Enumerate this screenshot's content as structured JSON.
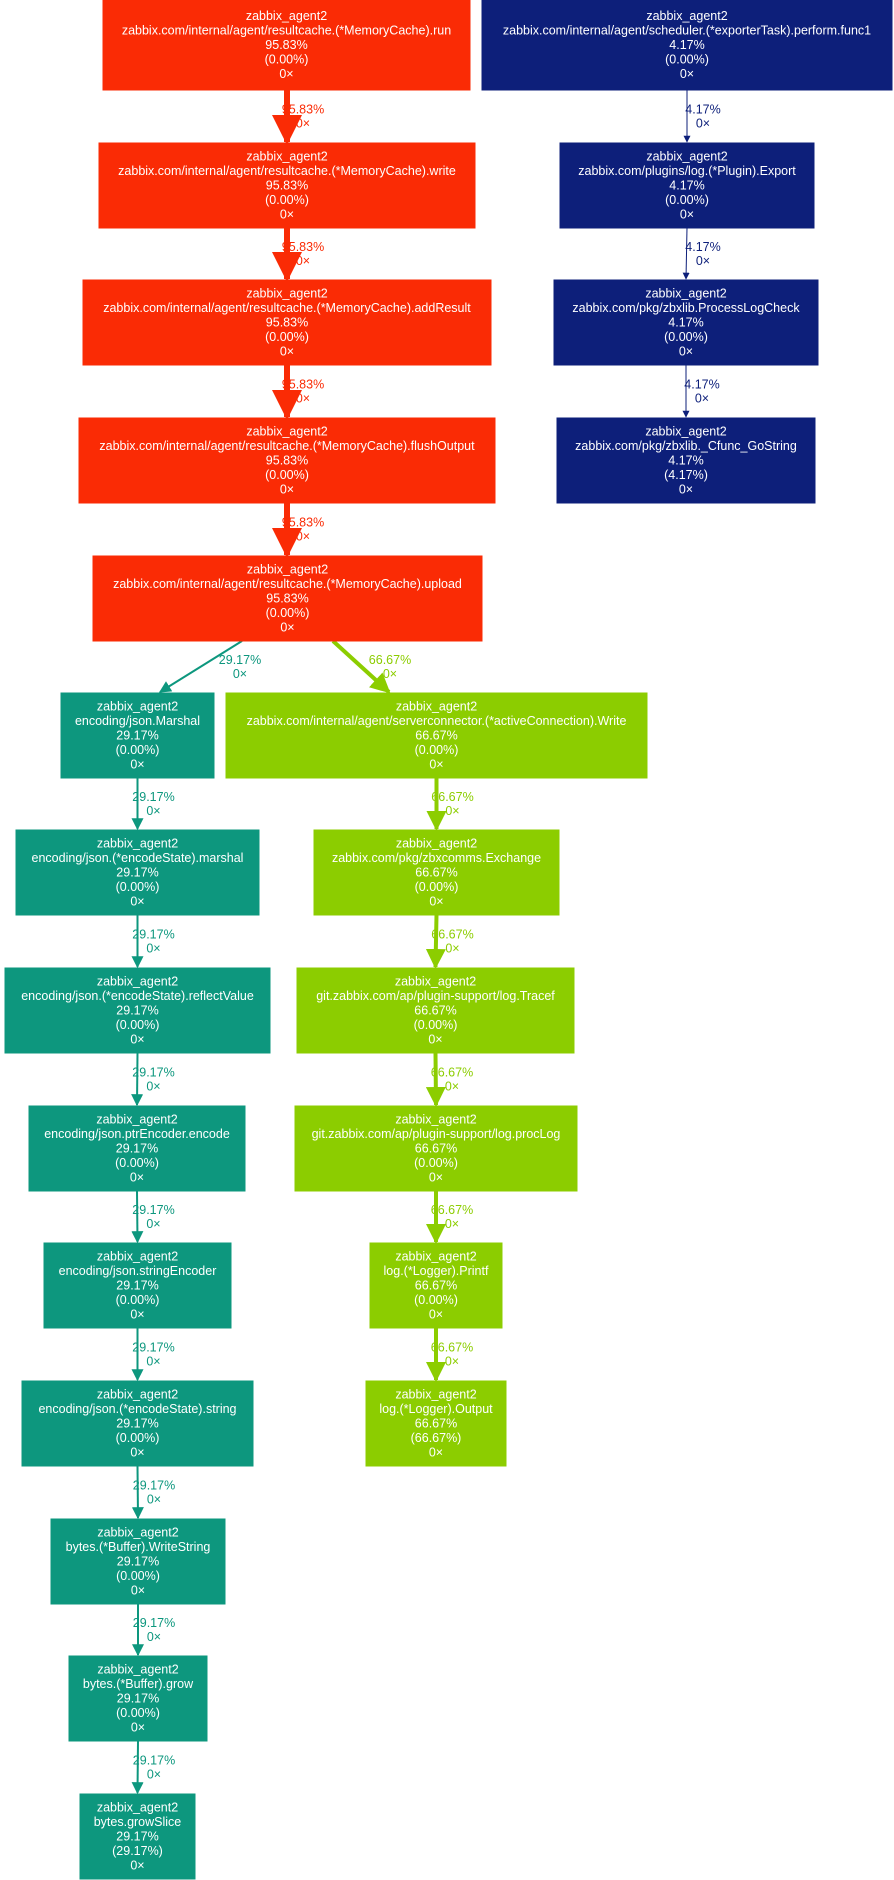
{
  "colors": {
    "red": "#fa2b05",
    "navy": "#0d1f7a",
    "teal": "#0d977e",
    "lime": "#8ccd00",
    "label_text": "#ffffff"
  },
  "nodes": [
    {
      "id": "n1",
      "color": "red",
      "lines": [
        "zabbix_agent2",
        "zabbix.com/internal/agent/resultcache.(*MemoryCache).run",
        "95.83%",
        "(0.00%)",
        "0×"
      ]
    },
    {
      "id": "n2",
      "color": "red",
      "lines": [
        "zabbix_agent2",
        "zabbix.com/internal/agent/resultcache.(*MemoryCache).write",
        "95.83%",
        "(0.00%)",
        "0×"
      ]
    },
    {
      "id": "n3",
      "color": "red",
      "lines": [
        "zabbix_agent2",
        "zabbix.com/internal/agent/resultcache.(*MemoryCache).addResult",
        "95.83%",
        "(0.00%)",
        "0×"
      ]
    },
    {
      "id": "n4",
      "color": "red",
      "lines": [
        "zabbix_agent2",
        "zabbix.com/internal/agent/resultcache.(*MemoryCache).flushOutput",
        "95.83%",
        "(0.00%)",
        "0×"
      ]
    },
    {
      "id": "n5",
      "color": "red",
      "lines": [
        "zabbix_agent2",
        "zabbix.com/internal/agent/resultcache.(*MemoryCache).upload",
        "95.83%",
        "(0.00%)",
        "0×"
      ]
    },
    {
      "id": "n6",
      "color": "teal",
      "lines": [
        "zabbix_agent2",
        "encoding/json.Marshal",
        "29.17%",
        "(0.00%)",
        "0×"
      ]
    },
    {
      "id": "n7",
      "color": "lime",
      "lines": [
        "zabbix_agent2",
        "zabbix.com/internal/agent/serverconnector.(*activeConnection).Write",
        "66.67%",
        "(0.00%)",
        "0×"
      ]
    },
    {
      "id": "n8",
      "color": "teal",
      "lines": [
        "zabbix_agent2",
        "encoding/json.(*encodeState).marshal",
        "29.17%",
        "(0.00%)",
        "0×"
      ]
    },
    {
      "id": "n9",
      "color": "lime",
      "lines": [
        "zabbix_agent2",
        "zabbix.com/pkg/zbxcomms.Exchange",
        "66.67%",
        "(0.00%)",
        "0×"
      ]
    },
    {
      "id": "n10",
      "color": "teal",
      "lines": [
        "zabbix_agent2",
        "encoding/json.(*encodeState).reflectValue",
        "29.17%",
        "(0.00%)",
        "0×"
      ]
    },
    {
      "id": "n11",
      "color": "lime",
      "lines": [
        "zabbix_agent2",
        "git.zabbix.com/ap/plugin-support/log.Tracef",
        "66.67%",
        "(0.00%)",
        "0×"
      ]
    },
    {
      "id": "n12",
      "color": "teal",
      "lines": [
        "zabbix_agent2",
        "encoding/json.ptrEncoder.encode",
        "29.17%",
        "(0.00%)",
        "0×"
      ]
    },
    {
      "id": "n13",
      "color": "lime",
      "lines": [
        "zabbix_agent2",
        "git.zabbix.com/ap/plugin-support/log.procLog",
        "66.67%",
        "(0.00%)",
        "0×"
      ]
    },
    {
      "id": "n14",
      "color": "teal",
      "lines": [
        "zabbix_agent2",
        "encoding/json.stringEncoder",
        "29.17%",
        "(0.00%)",
        "0×"
      ]
    },
    {
      "id": "n15",
      "color": "lime",
      "lines": [
        "zabbix_agent2",
        "log.(*Logger).Printf",
        "66.67%",
        "(0.00%)",
        "0×"
      ]
    },
    {
      "id": "n16",
      "color": "teal",
      "lines": [
        "zabbix_agent2",
        "encoding/json.(*encodeState).string",
        "29.17%",
        "(0.00%)",
        "0×"
      ]
    },
    {
      "id": "n17",
      "color": "lime",
      "lines": [
        "zabbix_agent2",
        "log.(*Logger).Output",
        "66.67%",
        "(66.67%)",
        "0×"
      ]
    },
    {
      "id": "n18",
      "color": "teal",
      "lines": [
        "zabbix_agent2",
        "bytes.(*Buffer).WriteString",
        "29.17%",
        "(0.00%)",
        "0×"
      ]
    },
    {
      "id": "n19",
      "color": "teal",
      "lines": [
        "zabbix_agent2",
        "bytes.(*Buffer).grow",
        "29.17%",
        "(0.00%)",
        "0×"
      ]
    },
    {
      "id": "n20",
      "color": "teal",
      "lines": [
        "zabbix_agent2",
        "bytes.growSlice",
        "29.17%",
        "(29.17%)",
        "0×"
      ]
    },
    {
      "id": "m1",
      "color": "navy",
      "lines": [
        "zabbix_agent2",
        "zabbix.com/internal/agent/scheduler.(*exporterTask).perform.func1",
        "4.17%",
        "(0.00%)",
        "0×"
      ]
    },
    {
      "id": "m2",
      "color": "navy",
      "lines": [
        "zabbix_agent2",
        "zabbix.com/plugins/log.(*Plugin).Export",
        "4.17%",
        "(0.00%)",
        "0×"
      ]
    },
    {
      "id": "m3",
      "color": "navy",
      "lines": [
        "zabbix_agent2",
        "zabbix.com/pkg/zbxlib.ProcessLogCheck",
        "4.17%",
        "(0.00%)",
        "0×"
      ]
    },
    {
      "id": "m4",
      "color": "navy",
      "lines": [
        "zabbix_agent2",
        "zabbix.com/pkg/zbxlib._Cfunc_GoString",
        "4.17%",
        "(4.17%)",
        "0×"
      ]
    }
  ],
  "edges": [
    {
      "from": "n1",
      "to": "n2",
      "color": "red",
      "lines": [
        "95.83%",
        "0×"
      ]
    },
    {
      "from": "n2",
      "to": "n3",
      "color": "red",
      "lines": [
        "95.83%",
        "0×"
      ]
    },
    {
      "from": "n3",
      "to": "n4",
      "color": "red",
      "lines": [
        "95.83%",
        "0×"
      ]
    },
    {
      "from": "n4",
      "to": "n5",
      "color": "red",
      "lines": [
        "95.83%",
        "0×"
      ]
    },
    {
      "from": "n5",
      "to": "n6",
      "color": "teal",
      "lines": [
        "29.17%",
        "0×"
      ]
    },
    {
      "from": "n5",
      "to": "n7",
      "color": "lime",
      "lines": [
        "66.67%",
        "0×"
      ]
    },
    {
      "from": "n6",
      "to": "n8",
      "color": "teal",
      "lines": [
        "29.17%",
        "0×"
      ]
    },
    {
      "from": "n8",
      "to": "n10",
      "color": "teal",
      "lines": [
        "29.17%",
        "0×"
      ]
    },
    {
      "from": "n10",
      "to": "n12",
      "color": "teal",
      "lines": [
        "29.17%",
        "0×"
      ]
    },
    {
      "from": "n12",
      "to": "n14",
      "color": "teal",
      "lines": [
        "29.17%",
        "0×"
      ]
    },
    {
      "from": "n14",
      "to": "n16",
      "color": "teal",
      "lines": [
        "29.17%",
        "0×"
      ]
    },
    {
      "from": "n16",
      "to": "n18",
      "color": "teal",
      "lines": [
        "29.17%",
        "0×"
      ]
    },
    {
      "from": "n18",
      "to": "n19",
      "color": "teal",
      "lines": [
        "29.17%",
        "0×"
      ]
    },
    {
      "from": "n19",
      "to": "n20",
      "color": "teal",
      "lines": [
        "29.17%",
        "0×"
      ]
    },
    {
      "from": "n7",
      "to": "n9",
      "color": "lime",
      "lines": [
        "66.67%",
        "0×"
      ]
    },
    {
      "from": "n9",
      "to": "n11",
      "color": "lime",
      "lines": [
        "66.67%",
        "0×"
      ]
    },
    {
      "from": "n11",
      "to": "n13",
      "color": "lime",
      "lines": [
        "66.67%",
        "0×"
      ]
    },
    {
      "from": "n13",
      "to": "n15",
      "color": "lime",
      "lines": [
        "66.67%",
        "0×"
      ]
    },
    {
      "from": "n15",
      "to": "n17",
      "color": "lime",
      "lines": [
        "66.67%",
        "0×"
      ]
    },
    {
      "from": "m1",
      "to": "m2",
      "color": "navy",
      "lines": [
        "4.17%",
        "0×"
      ]
    },
    {
      "from": "m2",
      "to": "m3",
      "color": "navy",
      "lines": [
        "4.17%",
        "0×"
      ]
    },
    {
      "from": "m3",
      "to": "m4",
      "color": "navy",
      "lines": [
        "4.17%",
        "0×"
      ]
    }
  ]
}
